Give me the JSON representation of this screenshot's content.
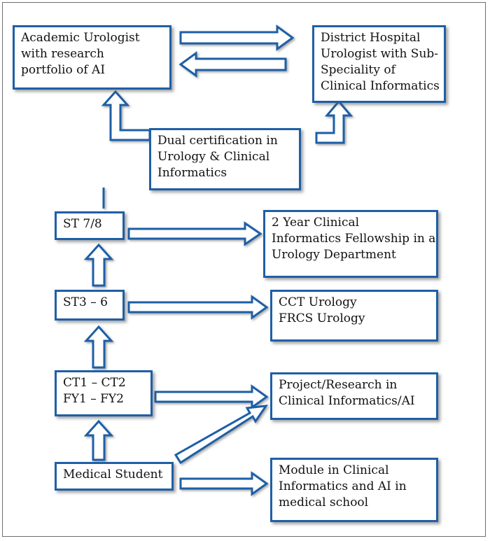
{
  "colors": {
    "border": "#1f5fa6",
    "arrow_fill": "#ffffff",
    "frame": "#6f6f6f"
  },
  "boxes": {
    "academic_urologist": {
      "lines": [
        "Academic Urologist",
        "with research",
        "portfolio of AI"
      ]
    },
    "district_hospital": {
      "lines": [
        "District Hospital",
        "Urologist with Sub-",
        "Speciality of",
        "Clinical Informatics"
      ]
    },
    "dual_certification": {
      "lines": [
        "Dual certification in",
        "Urology & Clinical",
        "Informatics"
      ]
    },
    "st78": {
      "lines": [
        "ST 7/8"
      ]
    },
    "fellowship": {
      "lines": [
        "2 Year Clinical",
        "Informatics Fellowship in a",
        "Urology Department"
      ]
    },
    "st36": {
      "lines": [
        "ST3 – 6"
      ]
    },
    "cct": {
      "lines": [
        "CCT Urology",
        "FRCS Urology"
      ]
    },
    "ct_fy": {
      "lines": [
        "CT1 – CT2",
        "FY1 – FY2"
      ]
    },
    "project_research": {
      "lines": [
        "Project/Research in",
        "Clinical Informatics/AI"
      ]
    },
    "medical_student": {
      "lines": [
        "Medical Student"
      ]
    },
    "module": {
      "lines": [
        "Module in Clinical",
        "Informatics and AI in",
        "medical school"
      ]
    }
  },
  "arrows": [
    {
      "name": "academic-to-district-arrow",
      "shape": "straight"
    },
    {
      "name": "district-to-academic-arrow",
      "shape": "straight"
    },
    {
      "name": "dual-to-academic-arrow",
      "shape": "bent"
    },
    {
      "name": "dual-to-district-arrow",
      "shape": "bent"
    },
    {
      "name": "st78-to-dual-arrow",
      "shape": "bent"
    },
    {
      "name": "st78-to-fellowship-arrow",
      "shape": "straight"
    },
    {
      "name": "st36-to-st78-arrow",
      "shape": "straight"
    },
    {
      "name": "st36-to-cct-arrow",
      "shape": "straight"
    },
    {
      "name": "ctfy-to-st36-arrow",
      "shape": "straight"
    },
    {
      "name": "ctfy-to-project-arrow",
      "shape": "straight"
    },
    {
      "name": "student-to-ctfy-arrow",
      "shape": "straight"
    },
    {
      "name": "student-to-project-arrow",
      "shape": "straight"
    },
    {
      "name": "student-to-module-arrow",
      "shape": "straight"
    }
  ]
}
